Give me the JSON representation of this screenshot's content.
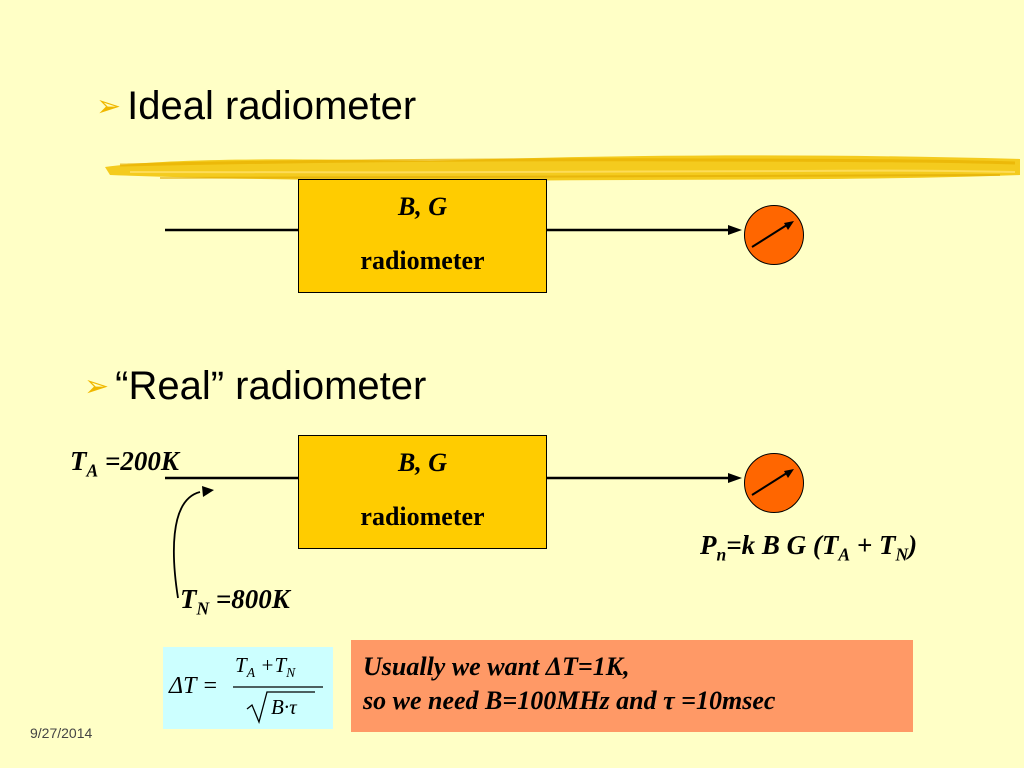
{
  "colors": {
    "background": "#FFFFC6",
    "box_fill": "#FFCC00",
    "meter_fill": "#FF6600",
    "formula_bg": "#CCFFFF",
    "note_bg": "#FF9966",
    "bullet": "#F0B800",
    "brush": "#F2C200"
  },
  "bullets": [
    {
      "icon": "arrow-bullet-icon",
      "text": "Ideal radiometer"
    },
    {
      "icon": "arrow-bullet-icon",
      "text": "“Real” radiometer"
    }
  ],
  "ideal_box": {
    "line1": "B, G",
    "line2": "radiometer"
  },
  "real_box": {
    "line1": "B, G",
    "line2": "radiometer"
  },
  "ta_label": {
    "sym": "T",
    "sub": "A",
    "value": " =200K"
  },
  "tn_label": {
    "sym": "T",
    "sub": "N",
    "value": " =800K"
  },
  "pn_label": {
    "p": "P",
    "p_sub": "n",
    "mid": "=k B G (T",
    "a_sub": "A",
    "plus": " + T",
    "n_sub": "N",
    "close": ")"
  },
  "formula": {
    "lhs": "ΔT =",
    "num_t1": "T",
    "num_s1": "A",
    "num_plus": " +T",
    "num_s2": "N",
    "den": "B·τ"
  },
  "note": {
    "line1": "Usually we  want ΔT=1K,",
    "line2": "so we need B=100MHz and τ =10msec"
  },
  "date": "9/27/2014"
}
